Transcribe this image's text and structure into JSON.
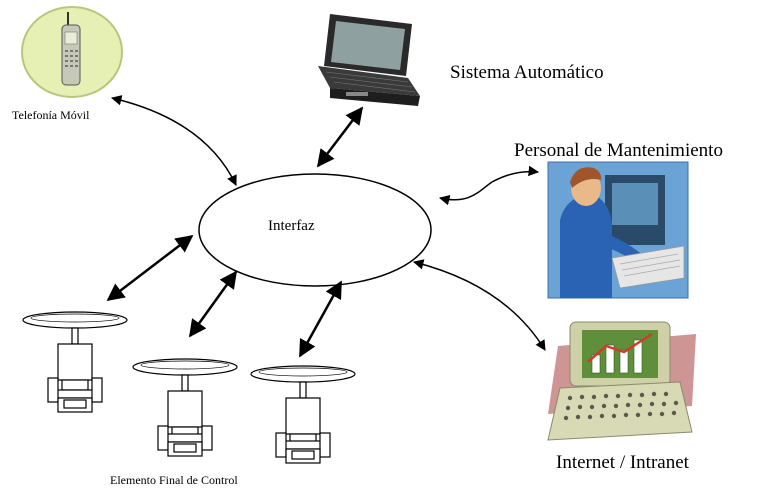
{
  "center": {
    "label": "Interfaz"
  },
  "nodes": {
    "mobile": {
      "label": "Telefonía Móvil",
      "icon": "mobile-phone-icon"
    },
    "auto": {
      "label": "Sistema Automático",
      "icon": "laptop-icon"
    },
    "staff": {
      "label": "Personal de Mantenimiento",
      "icon": "technician-icon"
    },
    "net": {
      "label": "Internet / Intranet",
      "icon": "chart-laptop-icon"
    },
    "control": {
      "label": "Elemento Final de Control",
      "icon": "control-valve-icon"
    }
  },
  "colors": {
    "line": "#000000",
    "valve_fill": "#ffffff",
    "phone_bg": "#e6efb4",
    "staff_blue": "#2a63b3",
    "screen_green": "#8fbf6a"
  }
}
